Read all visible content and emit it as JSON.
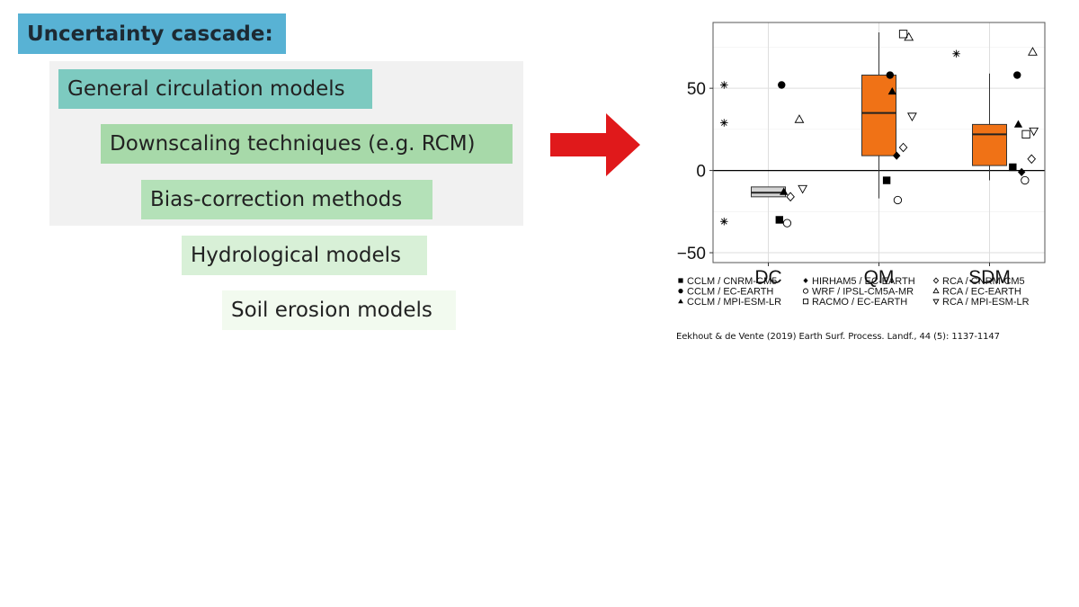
{
  "slide": {
    "title": "Uncertainty cascade:",
    "levels": [
      "General circulation models",
      "Downscaling techniques (e.g. RCM)",
      "Bias-correction methods",
      "Hydrological models",
      "Soil erosion models"
    ],
    "citation": "Eekhout & de Vente (2019) Earth Surf. Process. Landf., 44 (5): 1137-1147"
  },
  "colors": {
    "title_bg": "#58b2d4",
    "arrow": "#e0191b",
    "box_fill": "#f07216",
    "dc_box_fill": "#d4d4d4"
  },
  "chart_data": {
    "type": "box",
    "categories": [
      "DC",
      "QM",
      "SDM"
    ],
    "yticks": [
      -50,
      0,
      50
    ],
    "ylim": [
      -56,
      90
    ],
    "grid": true,
    "zero_line": true,
    "boxes": [
      {
        "category": "DC",
        "whisker_low": -13,
        "q1": -16,
        "median": -13.5,
        "q3": -10,
        "whisker_high": -13,
        "fill": "#d4d4d4"
      },
      {
        "category": "QM",
        "whisker_low": -17,
        "q1": 9,
        "median": 35,
        "q3": 58,
        "whisker_high": 84,
        "fill": "#f07216"
      },
      {
        "category": "SDM",
        "whisker_low": -6,
        "q1": 3,
        "median": 22,
        "q3": 28,
        "whisker_high": 59,
        "fill": "#f07216"
      }
    ],
    "points": [
      {
        "category": "DC",
        "dx": -0.4,
        "y": 52,
        "marker": "asterisk"
      },
      {
        "category": "DC",
        "dx": -0.4,
        "y": 29,
        "marker": "asterisk"
      },
      {
        "category": "DC",
        "dx": -0.4,
        "y": -31,
        "marker": "asterisk"
      },
      {
        "category": "DC",
        "dx": 0.12,
        "y": 52,
        "marker": "circle"
      },
      {
        "category": "DC",
        "dx": 0.28,
        "y": 31,
        "marker": "triangle-open"
      },
      {
        "category": "DC",
        "dx": 0.14,
        "y": -13,
        "marker": "triangle"
      },
      {
        "category": "DC",
        "dx": 0.2,
        "y": -16,
        "marker": "diamond-open"
      },
      {
        "category": "DC",
        "dx": 0.31,
        "y": -11,
        "marker": "triangle-down-open"
      },
      {
        "category": "DC",
        "dx": 0.1,
        "y": -30,
        "marker": "square"
      },
      {
        "category": "DC",
        "dx": 0.17,
        "y": -32,
        "marker": "circle-open"
      },
      {
        "category": "QM",
        "dx": 0.1,
        "y": 58,
        "marker": "circle"
      },
      {
        "category": "QM",
        "dx": 0.12,
        "y": 48,
        "marker": "triangle"
      },
      {
        "category": "QM",
        "dx": 0.3,
        "y": 33,
        "marker": "triangle-down-open"
      },
      {
        "category": "QM",
        "dx": 0.22,
        "y": 14,
        "marker": "diamond-open"
      },
      {
        "category": "QM",
        "dx": 0.16,
        "y": 9,
        "marker": "diamond"
      },
      {
        "category": "QM",
        "dx": 0.07,
        "y": -6,
        "marker": "square"
      },
      {
        "category": "QM",
        "dx": 0.17,
        "y": -18,
        "marker": "circle-open"
      },
      {
        "category": "QM",
        "dx": 0.22,
        "y": 83,
        "marker": "square-open"
      },
      {
        "category": "QM",
        "dx": 0.27,
        "y": 81,
        "marker": "triangle-open"
      },
      {
        "category": "SDM",
        "dx": -0.3,
        "y": 71,
        "marker": "asterisk"
      },
      {
        "category": "SDM",
        "dx": 0.39,
        "y": 72,
        "marker": "triangle-open"
      },
      {
        "category": "SDM",
        "dx": 0.25,
        "y": 58,
        "marker": "circle"
      },
      {
        "category": "SDM",
        "dx": 0.26,
        "y": 28,
        "marker": "triangle"
      },
      {
        "category": "SDM",
        "dx": 0.33,
        "y": 22,
        "marker": "square-open"
      },
      {
        "category": "SDM",
        "dx": 0.4,
        "y": 24,
        "marker": "triangle-down-open"
      },
      {
        "category": "SDM",
        "dx": 0.38,
        "y": 7,
        "marker": "diamond-open"
      },
      {
        "category": "SDM",
        "dx": 0.21,
        "y": 2,
        "marker": "square"
      },
      {
        "category": "SDM",
        "dx": 0.29,
        "y": -1,
        "marker": "diamond"
      },
      {
        "category": "SDM",
        "dx": 0.32,
        "y": -6,
        "marker": "circle-open"
      }
    ],
    "legend": [
      {
        "marker": "square",
        "label": "CCLM / CNRM-CM5"
      },
      {
        "marker": "circle",
        "label": "CCLM / EC-EARTH"
      },
      {
        "marker": "triangle",
        "label": "CCLM / MPI-ESM-LR"
      },
      {
        "marker": "diamond",
        "label": "HIRHAM5 / EC-EARTH"
      },
      {
        "marker": "circle-open",
        "label": "WRF / IPSL-CM5A-MR"
      },
      {
        "marker": "square-open",
        "label": "RACMO / EC-EARTH"
      },
      {
        "marker": "diamond-open",
        "label": "RCA / CNRM-CM5"
      },
      {
        "marker": "triangle-open",
        "label": "RCA / EC-EARTH"
      },
      {
        "marker": "triangle-down-open",
        "label": "RCA / MPI-ESM-LR"
      }
    ]
  }
}
